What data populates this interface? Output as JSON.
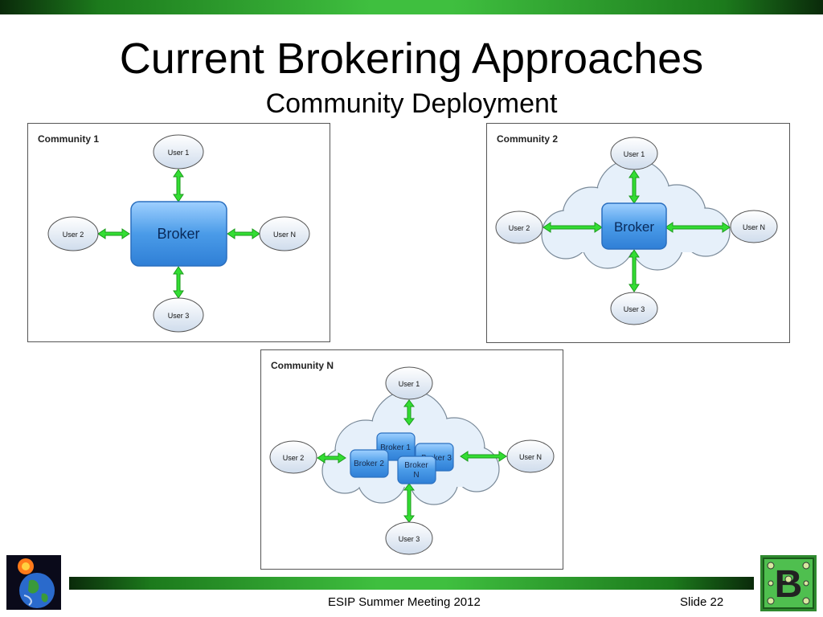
{
  "slide": {
    "title": "Current Brokering Approaches",
    "subtitle": "Community Deployment",
    "footer_center": "ESIP Summer Meeting 2012",
    "footer_slide": "Slide 22"
  },
  "panels": [
    {
      "label": "Community 1",
      "broker": "Broker",
      "users": {
        "top": "User 1",
        "left": "User 2",
        "right": "User N",
        "bottom": "User 3"
      }
    },
    {
      "label": "Community 2",
      "broker": "Broker",
      "users": {
        "top": "User 1",
        "left": "User 2",
        "right": "User N",
        "bottom": "User 3"
      }
    },
    {
      "label": "Community N",
      "brokers": [
        "Broker 1",
        "Broker 2",
        "Broker 3",
        "Broker",
        "N"
      ],
      "users": {
        "top": "User 1",
        "left": "User 2",
        "right": "User N",
        "bottom": "User 3"
      }
    }
  ],
  "colors": {
    "arrow_green": "#33dd33",
    "broker_blue": "#4a9be8",
    "user_fill": "#e8eef6",
    "cloud_fill": "#e6f0fa"
  }
}
